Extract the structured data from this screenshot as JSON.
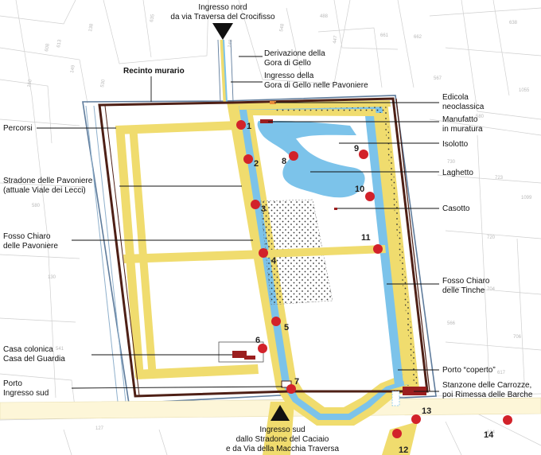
{
  "title": "",
  "entrances": {
    "north": {
      "line1": "Ingresso nord",
      "line2": "da via Traversa del Crocifisso"
    },
    "south": {
      "line1": "Ingresso sud",
      "line2": "dallo Stradone del Caciaio",
      "line3": "e da Via della Macchia Traversa"
    }
  },
  "labels": {
    "recinto": "Recinto murario",
    "percorsi": "Percorsi",
    "stradone_1": "Stradone delle Pavoniere",
    "stradone_2": "(attuale Viale dei Lecci)",
    "fosso_pav_1": "Fosso Chiaro",
    "fosso_pav_2": "delle Pavoniere",
    "casa_1": "Casa colonica",
    "casa_2": "Casa del Guardia",
    "porto_1": "Porto",
    "porto_2": "Ingresso sud",
    "deriv_1": "Derivazione della",
    "deriv_2": "Gora di Gello",
    "ingr_gora_1": "Ingresso della",
    "ingr_gora_2": "Gora di Gello nelle Pavoniere",
    "edicola_1": "Edicola",
    "edicola_2": "neoclassica",
    "manufatto_1": "Manufatto",
    "manufatto_2": "in muratura",
    "isolotto": "Isolotto",
    "laghetto": "Laghetto",
    "casotto": "Casotto",
    "fosso_tinche_1": "Fosso Chiaro",
    "fosso_tinche_2": "delle Tinche",
    "porto_coperto": "Porto “coperto”",
    "stanzone_1": "Stanzone delle Carrozze,",
    "stanzone_2": "poi Rimessa delle Barche"
  },
  "points": [
    "1",
    "2",
    "3",
    "4",
    "5",
    "6",
    "7",
    "8",
    "9",
    "10",
    "11",
    "12",
    "13",
    "14"
  ],
  "cadastral_numbers": [
    "608",
    "613",
    "138",
    "635",
    "530",
    "150",
    "149",
    "148",
    "548",
    "447",
    "488",
    "662",
    "661",
    "567",
    "566",
    "580",
    "730",
    "723",
    "720",
    "704",
    "1055",
    "1099",
    "706",
    "617",
    "580",
    "130",
    "541",
    "638",
    "127",
    "614"
  ],
  "colors": {
    "wall": "#4e1f15",
    "wall_outer": "#5f7c9c",
    "path": "#f0dc6e",
    "water": "#7cc3ea",
    "point": "#d2222a",
    "building": "#9b1e1e",
    "cadastre": "#c9c9c9"
  }
}
